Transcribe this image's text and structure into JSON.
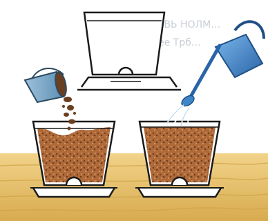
{
  "illustration": {
    "step1": {
      "label": "",
      "state": "empty-pot-with-drainage-hole-and-saucer"
    },
    "step2": {
      "label": "",
      "state": "pouring-soil-from-bucket-into-pot"
    },
    "step3": {
      "label": "",
      "state": "watering-filled-pot-with-watering-can"
    }
  },
  "colors": {
    "table_wood": "#e7c36a",
    "table_wood_dark": "#c99a3a",
    "soil": "#b06a3a",
    "soil_dark": "#6b3e1f",
    "pot_outline": "#1a1a1a",
    "bucket": "#7ea9c8",
    "watering_can": "#3f86c9",
    "water": "#ffffff",
    "faded_text": "#c9ced6"
  },
  "background_text": {
    "line1": "…ОВЕЗВЬ НОЛМ…",
    "line2": "…ее Трб…"
  }
}
